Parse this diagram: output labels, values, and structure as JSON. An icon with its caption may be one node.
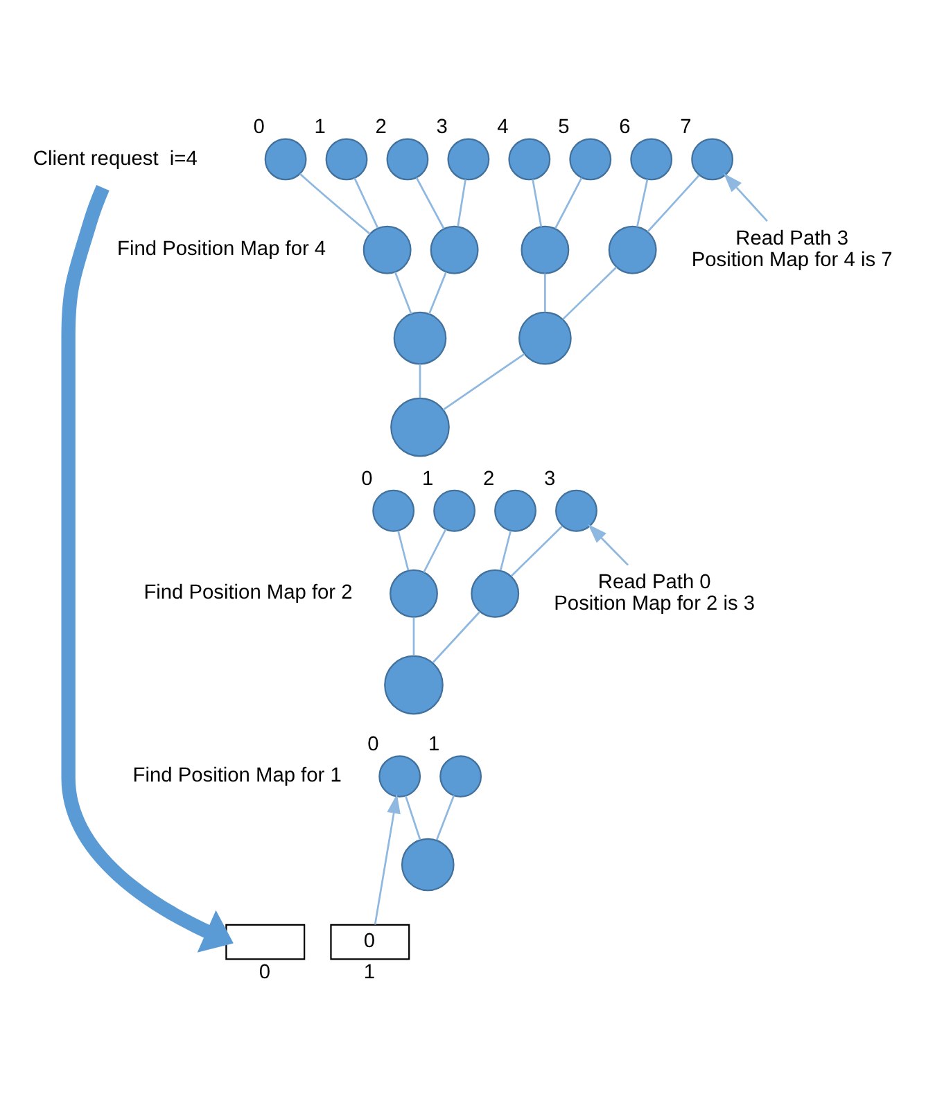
{
  "diagram": {
    "nodes": [
      {
        "text": [
          "Client request  i=4"
        ]
      },
      {
        "text": [],
        "shape": "circle",
        "beside": [
          "0"
        ]
      },
      {
        "text": [],
        "shape": "circle",
        "beside": [
          "1"
        ]
      },
      {
        "text": [],
        "shape": "circle",
        "beside": [
          "2"
        ]
      },
      {
        "text": [],
        "shape": "circle",
        "beside": [
          "3"
        ]
      },
      {
        "text": [],
        "shape": "circle",
        "beside": [
          "4"
        ]
      },
      {
        "text": [],
        "shape": "circle",
        "beside": [
          "5"
        ]
      },
      {
        "text": [],
        "shape": "circle",
        "beside": [
          "6"
        ]
      },
      {
        "text": [],
        "shape": "circle",
        "beside": [
          "7"
        ]
      },
      {
        "text": [],
        "shape": "circle"
      },
      {
        "text": [],
        "shape": "circle"
      },
      {
        "text": [],
        "shape": "circle"
      },
      {
        "text": [],
        "shape": "circle"
      },
      {
        "text": [],
        "shape": "circle"
      },
      {
        "text": [],
        "shape": "circle"
      },
      {
        "text": [],
        "shape": "circle"
      },
      {
        "text": [],
        "shape": "circle",
        "beside": [
          "0"
        ]
      },
      {
        "text": [],
        "shape": "circle",
        "beside": [
          "1"
        ]
      },
      {
        "text": [],
        "shape": "circle",
        "beside": [
          "2"
        ]
      },
      {
        "text": [],
        "shape": "circle",
        "beside": [
          "3"
        ]
      },
      {
        "text": [],
        "shape": "circle"
      },
      {
        "text": [],
        "shape": "circle"
      },
      {
        "text": [],
        "shape": "circle"
      },
      {
        "text": [
          "Read Path 3",
          "Position Map for 4 is 7"
        ]
      },
      {
        "text": [],
        "shape": "circle",
        "beside": [
          "0"
        ]
      },
      {
        "text": [],
        "shape": "circle",
        "beside": [
          "1"
        ]
      },
      {
        "text": [],
        "shape": "circle"
      },
      {
        "text": [
          "Read Path 0",
          "Position Map for 2 is 3"
        ]
      },
      {
        "text": [],
        "shape": "box",
        "beside": [
          "0"
        ]
      },
      {
        "text": [
          "0"
        ],
        "beside": [
          "1"
        ]
      }
    ],
    "edges": [
      {
        "from": 0,
        "to": 28,
        "arrow": "to",
        "style": "thick",
        "color": "#5b9bd5"
      },
      {
        "from": 1,
        "to": 9,
        "arrow": "none"
      },
      {
        "from": 2,
        "to": 9,
        "arrow": "none"
      },
      {
        "from": 3,
        "to": 10,
        "arrow": "none"
      },
      {
        "from": 4,
        "to": 10,
        "arrow": "none"
      },
      {
        "from": 5,
        "to": 11,
        "arrow": "none"
      },
      {
        "from": 6,
        "to": 11,
        "arrow": "none"
      },
      {
        "from": 7,
        "to": 12,
        "arrow": "none"
      },
      {
        "from": 8,
        "to": 12,
        "arrow": "none"
      },
      {
        "from": 9,
        "to": 13,
        "arrow": "none"
      },
      {
        "from": 10,
        "to": 13,
        "arrow": "none"
      },
      {
        "from": 11,
        "to": 14,
        "arrow": "none"
      },
      {
        "from": 12,
        "to": 14,
        "arrow": "none"
      },
      {
        "from": 13,
        "to": 15,
        "arrow": "none"
      },
      {
        "from": 14,
        "to": 15,
        "arrow": "none"
      },
      {
        "from": 16,
        "to": 20,
        "arrow": "none"
      },
      {
        "from": 17,
        "to": 20,
        "arrow": "none"
      },
      {
        "from": 18,
        "to": 21,
        "arrow": "none"
      },
      {
        "from": 19,
        "to": 21,
        "arrow": "none"
      },
      {
        "from": 20,
        "to": 22,
        "arrow": "none"
      },
      {
        "from": 21,
        "to": 22,
        "arrow": "none"
      },
      {
        "from": 23,
        "to": 8,
        "arrow": "to"
      },
      {
        "from": 24,
        "to": 26,
        "arrow": "none"
      },
      {
        "from": 25,
        "to": 26,
        "arrow": "none"
      },
      {
        "from": 27,
        "to": 19,
        "arrow": "to"
      },
      {
        "from": 29,
        "to": 24,
        "arrow": "to"
      }
    ],
    "labels": [
      "Find Position Map for 4",
      "Find Position Map for 2",
      "Find Position Map for 1"
    ]
  }
}
